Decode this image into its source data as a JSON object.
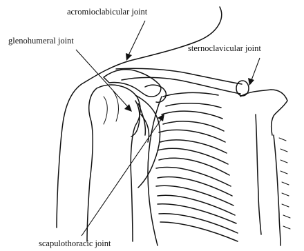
{
  "labels": {
    "acromioclavicular": "acromioclabicular  joint",
    "glenohumeral": "glenohumeral  joint",
    "sternoclavicular": "sternoclavicular  joint",
    "scapulothoracic": "scapulothoracic  joint"
  },
  "colors": {
    "ink": "#111111",
    "background": "#ffffff"
  }
}
